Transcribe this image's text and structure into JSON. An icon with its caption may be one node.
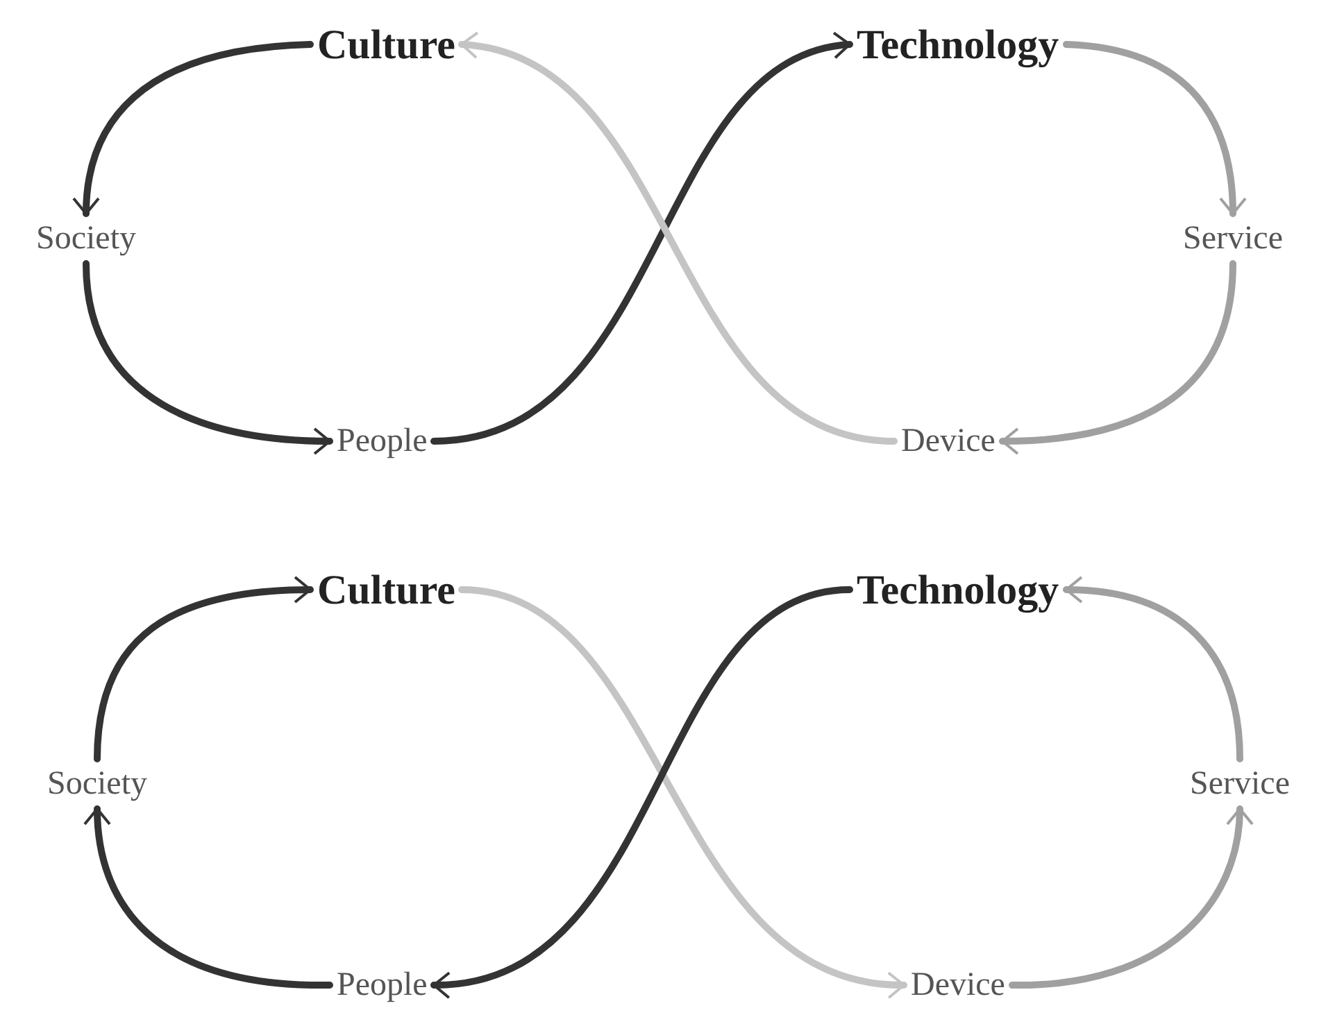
{
  "diagram": {
    "nodes": [
      {
        "text": [
          "Culture"
        ]
      },
      {
        "text": [
          "Technology"
        ]
      },
      {
        "text": [
          "Society"
        ]
      },
      {
        "text": [
          "Service"
        ]
      },
      {
        "text": [
          "People"
        ]
      },
      {
        "text": [
          "Device"
        ]
      },
      {
        "text": [
          "Culture"
        ]
      },
      {
        "text": [
          "Technology"
        ]
      },
      {
        "text": [
          "Society"
        ]
      },
      {
        "text": [
          "Service"
        ]
      },
      {
        "text": [
          "People"
        ]
      },
      {
        "text": [
          "Device"
        ]
      }
    ],
    "edges": [
      {
        "from": 0,
        "to": 2,
        "arrow": "to"
      },
      {
        "from": 2,
        "to": 4,
        "arrow": "to"
      },
      {
        "from": 4,
        "to": 1,
        "arrow": "to"
      },
      {
        "from": 1,
        "to": 3,
        "arrow": "to",
        "color": "#a0a0a0"
      },
      {
        "from": 3,
        "to": 5,
        "arrow": "to",
        "color": "#a0a0a0"
      },
      {
        "from": 5,
        "to": 0,
        "arrow": "to",
        "color": "#c4c4c4"
      },
      {
        "from": 6,
        "to": 11,
        "arrow": "to",
        "color": "#c4c4c4"
      },
      {
        "from": 11,
        "to": 9,
        "arrow": "to",
        "color": "#a0a0a0"
      },
      {
        "from": 9,
        "to": 7,
        "arrow": "to",
        "color": "#a0a0a0"
      },
      {
        "from": 7,
        "to": 10,
        "arrow": "to"
      },
      {
        "from": 10,
        "to": 8,
        "arrow": "to"
      },
      {
        "from": 8,
        "to": 6,
        "arrow": "to"
      }
    ]
  }
}
